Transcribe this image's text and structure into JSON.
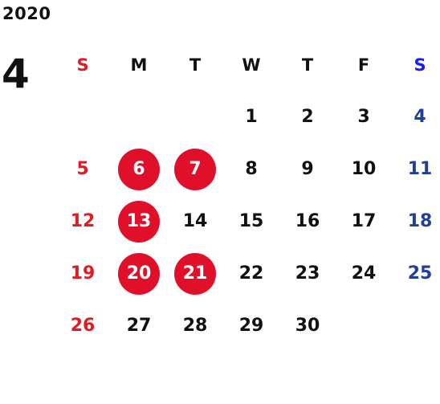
{
  "year": "2020",
  "month": "4",
  "weekdays": [
    "S",
    "M",
    "T",
    "W",
    "T",
    "F",
    "S"
  ],
  "weeks": [
    [
      "",
      "",
      "",
      "1",
      "2",
      "3",
      "4"
    ],
    [
      "5",
      "6",
      "7",
      "8",
      "9",
      "10",
      "11"
    ],
    [
      "12",
      "13",
      "14",
      "15",
      "16",
      "17",
      "18"
    ],
    [
      "19",
      "20",
      "21",
      "22",
      "23",
      "24",
      "25"
    ],
    [
      "26",
      "27",
      "28",
      "29",
      "30",
      "",
      ""
    ]
  ],
  "highlighted_days": [
    "6",
    "7",
    "13",
    "20",
    "21"
  ],
  "colors": {
    "sunday": "#e01b23",
    "saturday": "#1f3f98",
    "saturday_header": "#1a1aff",
    "highlight": "#e0102a",
    "text": "#111111"
  }
}
